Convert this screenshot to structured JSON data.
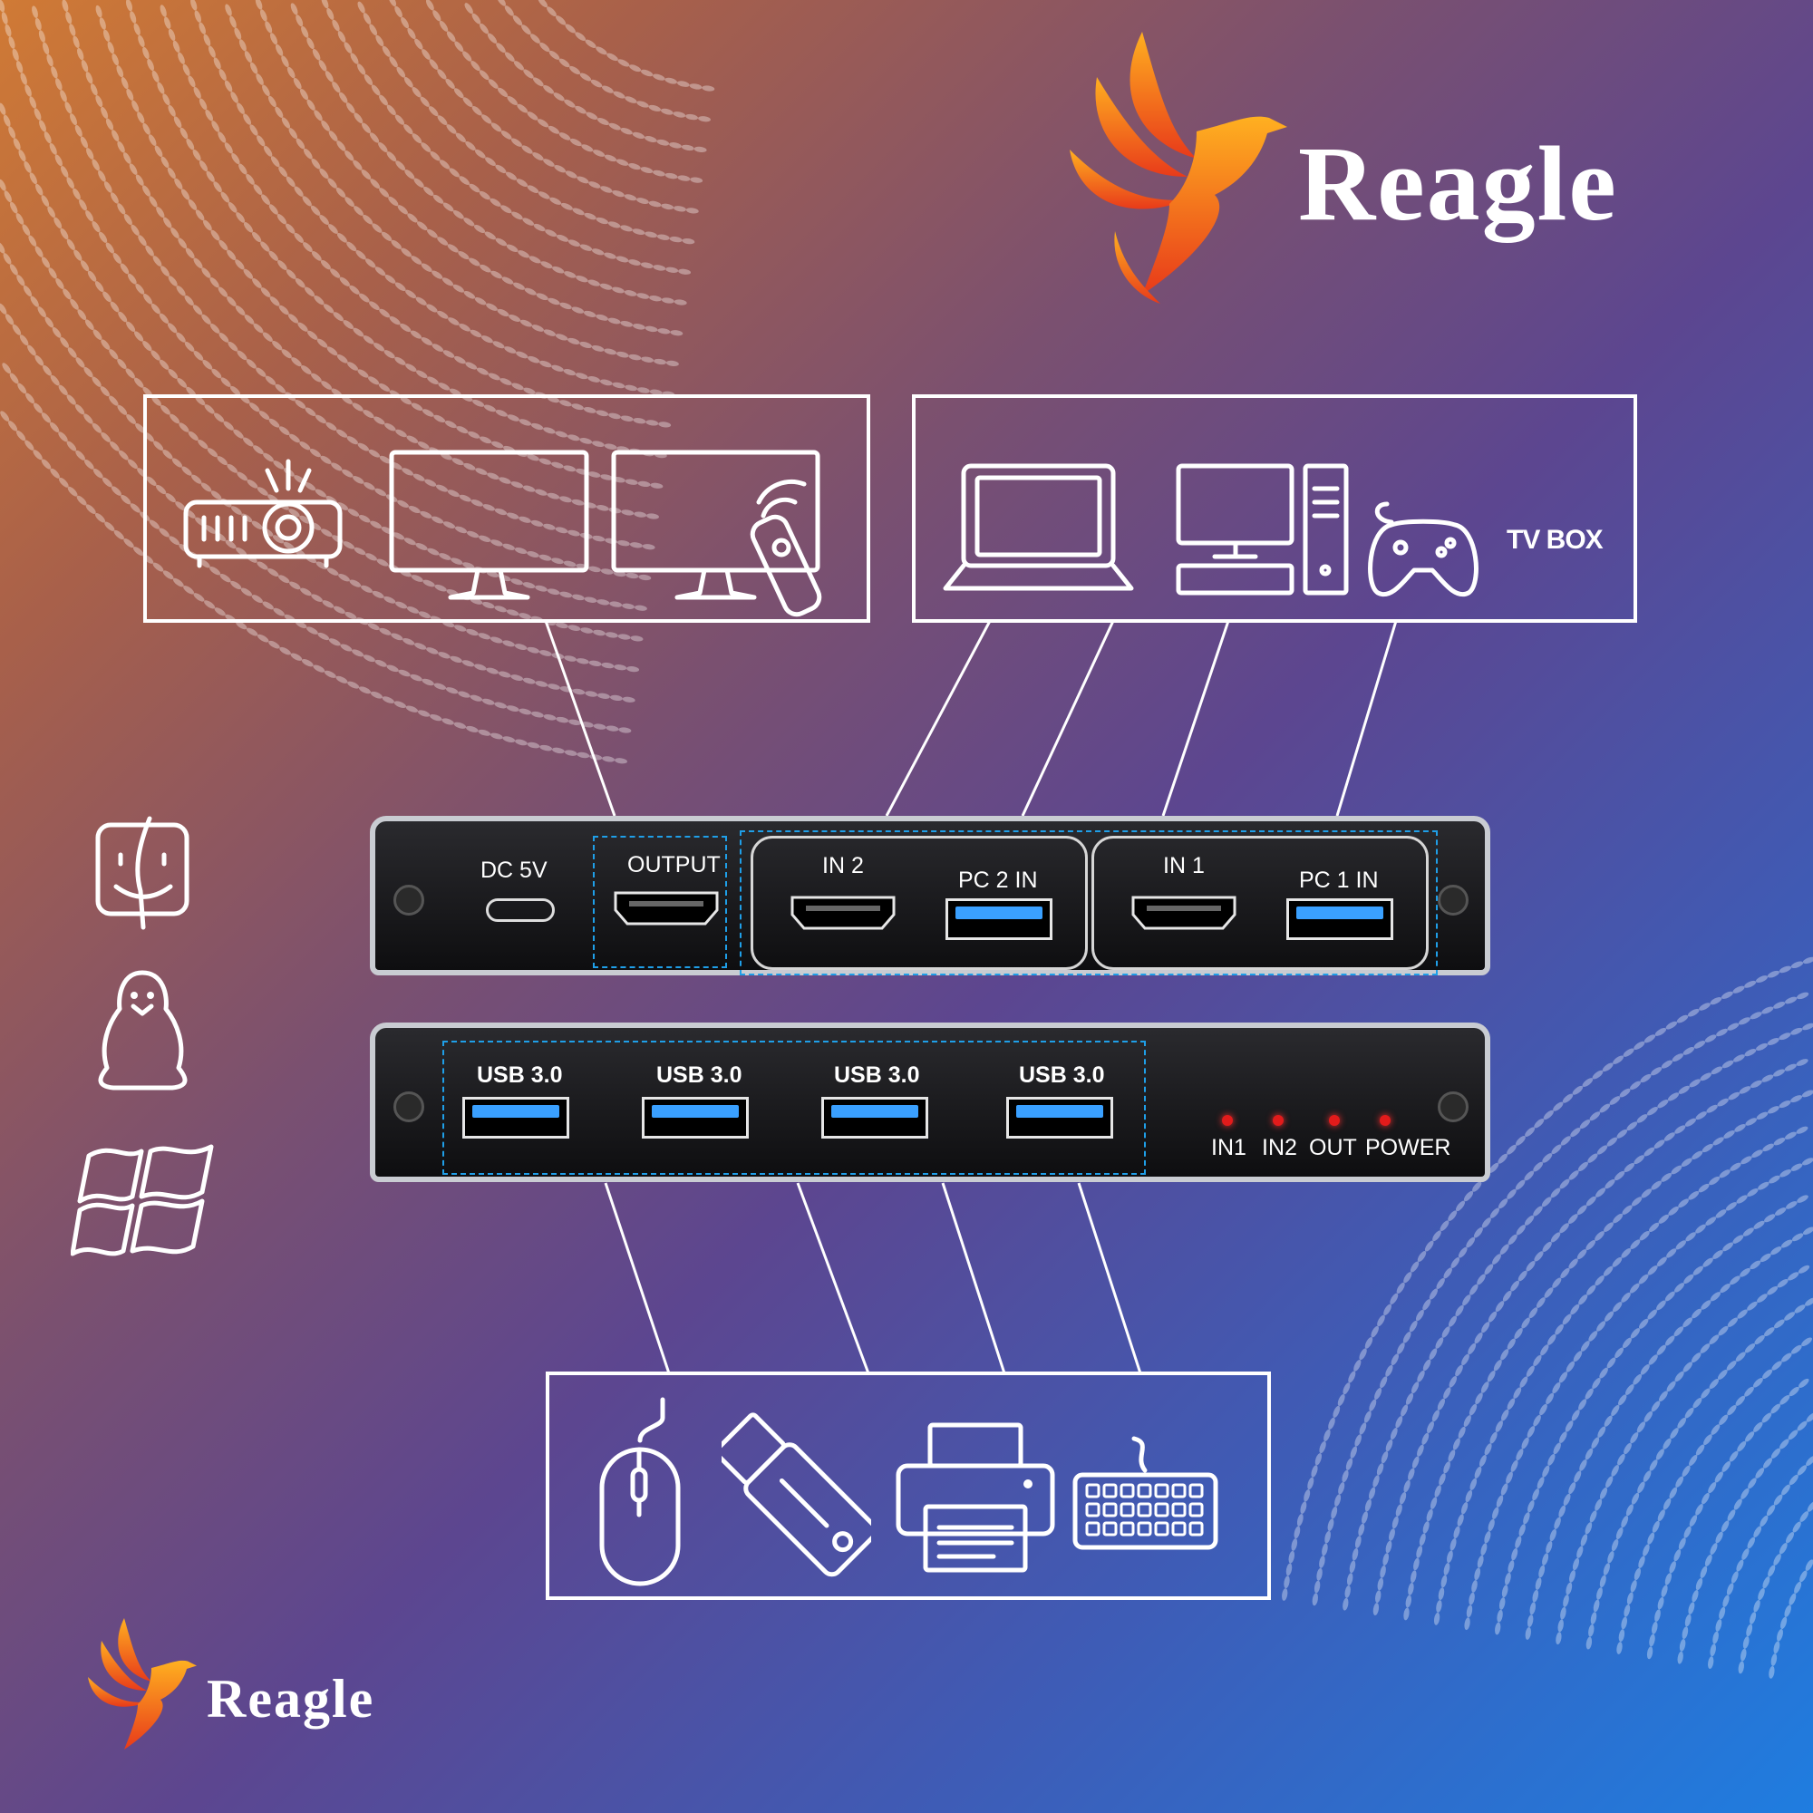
{
  "brand": {
    "name": "Reagle"
  },
  "output_devices": {
    "icons": [
      "projector-icon",
      "monitor-icon",
      "tv-remote-icon"
    ]
  },
  "input_devices": {
    "icons": [
      "laptop-icon",
      "desktop-pc-icon",
      "gamepad-icon"
    ],
    "tvbox_label": "TV BOX"
  },
  "top_panel": {
    "dc_label": "DC 5V",
    "output_label": "OUTPUT",
    "in2_label": "IN 2",
    "pc2_label": "PC 2 IN",
    "in1_label": "IN 1",
    "pc1_label": "PC 1 IN"
  },
  "bottom_panel": {
    "usb_labels": [
      "USB 3.0",
      "USB 3.0",
      "USB 3.0",
      "USB 3.0"
    ],
    "leds": [
      "IN1",
      "IN2",
      "OUT",
      "POWER"
    ],
    "led_color": "#e21b1b"
  },
  "peripherals": {
    "icons": [
      "mouse-icon",
      "usb-drive-icon",
      "printer-icon",
      "keyboard-icon"
    ]
  },
  "os_icons": [
    "macos-finder-icon",
    "linux-tux-icon",
    "windows-icon"
  ],
  "colors": {
    "accent_blue": "#1f9fe8",
    "gradient_start": "#d07a35",
    "gradient_end": "#1f7de0",
    "logo_orange": "#f08a20"
  }
}
